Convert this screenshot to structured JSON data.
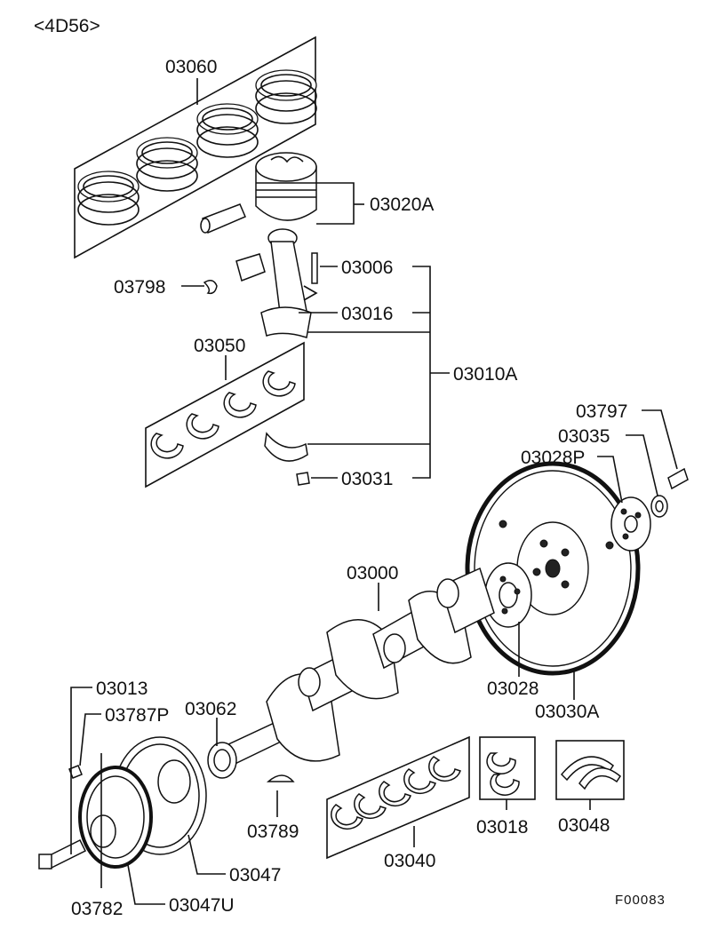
{
  "engine_code": "<4D56>",
  "figure_code": "F00083",
  "parts": {
    "p03060": "03060",
    "p03020A": "03020A",
    "p03798": "03798",
    "p03006": "03006",
    "p03016": "03016",
    "p03050": "03050",
    "p03010A": "03010A",
    "p03031": "03031",
    "p03797": "03797",
    "p03035": "03035",
    "p03028P": "03028P",
    "p03000": "03000",
    "p03028": "03028",
    "p03030A": "03030A",
    "p03013": "03013",
    "p03787P": "03787P",
    "p03062": "03062",
    "p03789": "03789",
    "p03018": "03018",
    "p03048": "03048",
    "p03040": "03040",
    "p03047": "03047",
    "p03782": "03782",
    "p03047U": "03047U"
  }
}
